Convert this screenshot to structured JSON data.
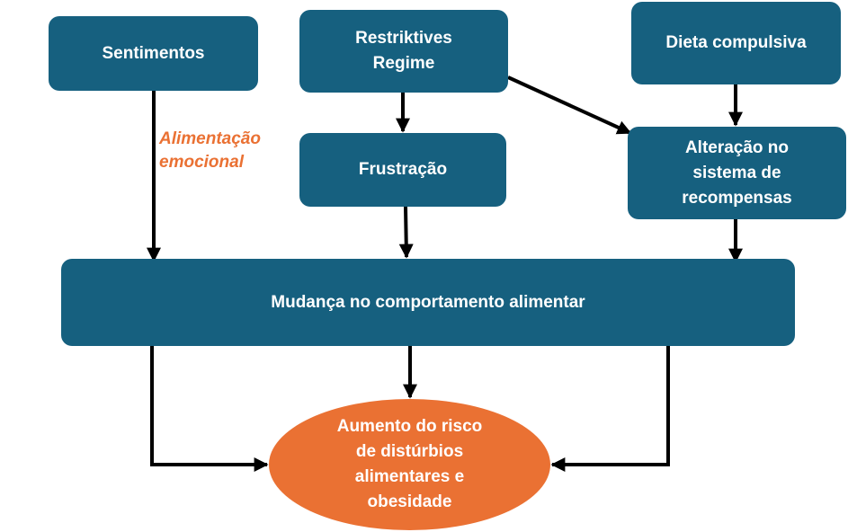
{
  "nodes": {
    "sentimentos": "Sentimentos",
    "restriktives": "Restriktives\nRegime",
    "dieta": "Dieta compulsiva",
    "frustracao": "Frustração",
    "alteracao": "Alteração no\nsistema de\nrecompensas",
    "mudanca": "Mudança no comportamento alimentar",
    "risco": "Aumento do risco\nde distúrbios\nalimentares e\nobesidade"
  },
  "edge_labels": {
    "alimentacao_emocional": "Alimentação\nemocional"
  },
  "colors": {
    "box": "#16607f",
    "ellipse": "#ea7133",
    "label": "#ea7133",
    "arrow": "#000000"
  }
}
